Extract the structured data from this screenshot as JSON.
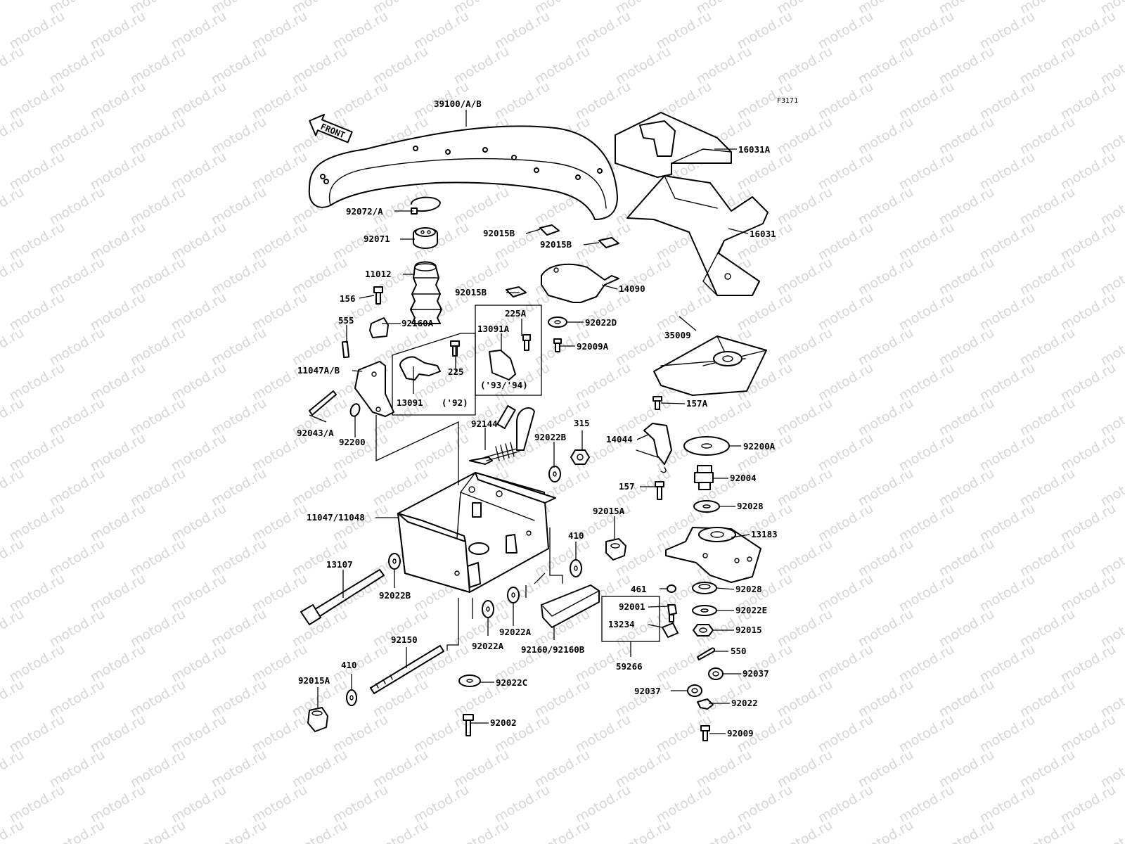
{
  "watermark": "motod.ru",
  "figure_code": "F3171",
  "front_label": "FRONT",
  "parts": {
    "p39100": "39100/A/B",
    "p16031A": "16031A",
    "p16031": "16031",
    "p92072A": "92072/A",
    "p92071": "92071",
    "p92015B_1": "92015B",
    "p92015B_2": "92015B",
    "p92015B_3": "92015B",
    "p11012": "11012",
    "p156": "156",
    "p14090": "14090",
    "p225A": "225A",
    "p92022D": "92022D",
    "p13091A": "13091A",
    "p92009A": "92009A",
    "p555": "555",
    "p92160A": "92160A",
    "p35009": "35009",
    "p11047AB": "11047A/B",
    "p225": "225",
    "p13091": "13091",
    "p92": "('92)",
    "p9394": "('93/'94)",
    "p157A": "157A",
    "p92043A": "92043/A",
    "p92200": "92200",
    "p92144": "92144",
    "p92022B_1": "92022B",
    "p315": "315",
    "p14044": "14044",
    "p92200A": "92200A",
    "p92004": "92004",
    "p157": "157",
    "p92028_1": "92028",
    "p11047_11048": "11047/11048",
    "p92015A_1": "92015A",
    "p13183": "13183",
    "p410_1": "410",
    "p13107": "13107",
    "p92022B_2": "92022B",
    "p461": "461",
    "p92028_2": "92028",
    "p92001": "92001",
    "p92022E": "92022E",
    "p13234": "13234",
    "p92015": "92015",
    "p92022A_1": "92022A",
    "p92022A_2": "92022A",
    "p92160_92160B": "92160/92160B",
    "p550": "550",
    "p59266": "59266",
    "p92150": "92150",
    "p92037_1": "92037",
    "p92037_2": "92037",
    "p410_2": "410",
    "p92015A_2": "92015A",
    "p92022C": "92022C",
    "p92022": "92022",
    "p92002": "92002",
    "p92009": "92009"
  }
}
